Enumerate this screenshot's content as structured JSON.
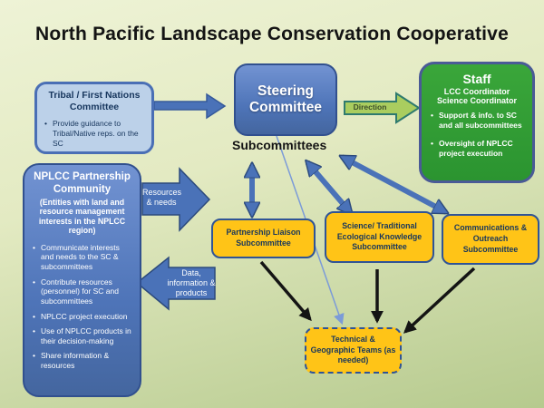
{
  "title": "North Pacific Landscape Conservation Cooperative",
  "labels": {
    "subcommittees": "Subcommittees",
    "direction": "Direction",
    "resources_needs": "Resources & needs",
    "data_products": "Data, information & products"
  },
  "boxes": {
    "tribal": {
      "title": "Tribal / First Nations Committee",
      "bullets": [
        "Provide guidance to Tribal/Native reps. on the SC"
      ]
    },
    "steering": {
      "title": "Steering Committee"
    },
    "staff": {
      "title": "Staff",
      "subtitle1": "LCC Coordinator",
      "subtitle2": "Science Coordinator",
      "bullets": [
        "Support & info. to SC and all subcommittees",
        "Oversight of NPLCC project execution"
      ]
    },
    "partnership_community": {
      "title": "NPLCC Partnership Community",
      "subtitle": "(Entities with land and resource management interests in the  NPLCC region)",
      "bullets": [
        "Communicate interests and needs to the SC & subcommittees",
        "Contribute resources (personnel) for SC and subcommittees",
        "NPLCC project execution",
        "Use of NPLCC products in their decision-making",
        "Share information & resources"
      ]
    },
    "partnership_liaison": {
      "title": "Partnership Liaison Subcommittee"
    },
    "science_tek": {
      "title": "Science/ Traditional  Ecological Knowledge Subcommittee"
    },
    "communications": {
      "title": "Communications & Outreach Subcommittee"
    },
    "technical": {
      "title": "Technical & Geographic Teams (as needed)"
    }
  },
  "colors": {
    "background_top": "#eef3d6",
    "background_bottom": "#b6ca8e",
    "blue_box": "#4a72b8",
    "light_blue_box": "#bcd1e9",
    "green_box": "#2f9e33",
    "yellow_box": "#ffc417",
    "yellow_border": "#2f5496",
    "direction_arrow_fill": "#aacd5f",
    "direction_arrow_border": "#2e7a6e",
    "dark_text": "#17365d",
    "black_arrow": "#141414"
  }
}
